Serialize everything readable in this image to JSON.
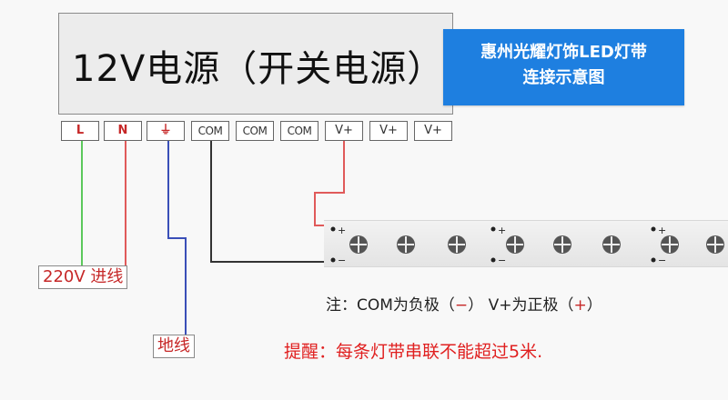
{
  "psu": {
    "title": "12V电源（开关电源）"
  },
  "banner": {
    "line1": "惠州光耀灯饰LED灯带",
    "line2": "连接示意图"
  },
  "terminals": [
    {
      "label": "L",
      "color": "#c62828"
    },
    {
      "label": "N",
      "color": "#c62828"
    },
    {
      "label": "⏚",
      "color": "#c62828"
    },
    {
      "label": "COM",
      "color": "#333333"
    },
    {
      "label": "COM",
      "color": "#333333"
    },
    {
      "label": "COM",
      "color": "#333333"
    },
    {
      "label": "V+",
      "color": "#333333"
    },
    {
      "label": "V+",
      "color": "#333333"
    },
    {
      "label": "V+",
      "color": "#333333"
    }
  ],
  "input_label": "220V 进线",
  "ground_label": "地线",
  "strip": {
    "plus_mark": "+",
    "minus_mark": "−"
  },
  "note": {
    "prefix": "注：COM为负极（",
    "neg": "−",
    "mid": "） V+为正极（",
    "pos": "+",
    "suffix": "）"
  },
  "reminder": "提醒：每条灯带串联不能超过5米.",
  "colors": {
    "wire_L": "#5cc85c",
    "wire_N": "#e05a5a",
    "wire_ground": "#3a4fb8",
    "wire_com": "#333333",
    "wire_vplus": "#e05a5a",
    "banner_bg": "#1e7fe0",
    "accent_red": "#c62828"
  }
}
